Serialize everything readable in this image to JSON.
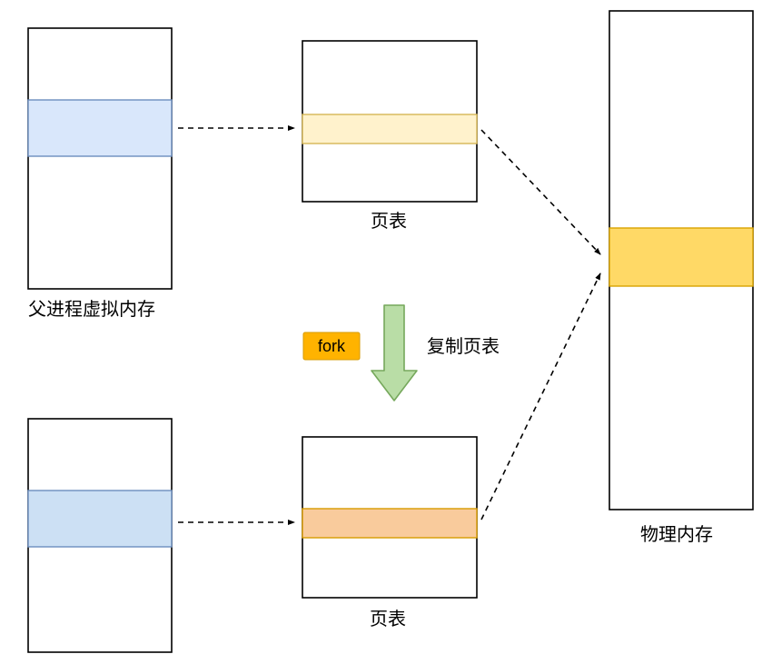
{
  "labels": {
    "parent_vm": "父进程虚拟内存",
    "page_table_top": "页表",
    "page_table_bottom": "页表",
    "physical_memory": "物理内存",
    "fork_badge": "fork",
    "copy_page_table": "复制页表"
  },
  "colors": {
    "parent_band_fill": "#d9e7fb",
    "child_band_fill": "#cce0f4",
    "page_table_top_band_fill": "#fff2cc",
    "page_table_bottom_band_fill": "#f9cb9c",
    "physical_band_fill": "#ffd966",
    "fork_badge_fill": "#ffb300",
    "green_arrow_fill": "#b9dda6",
    "arrow_color": "#000000"
  }
}
